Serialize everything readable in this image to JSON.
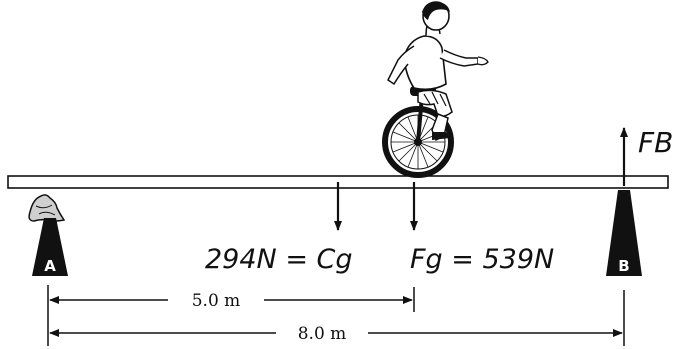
{
  "supports": {
    "left_label": "A",
    "right_label": "B"
  },
  "forces": {
    "cg_label": "294N = Cg",
    "fg_label": "Fg = 539N",
    "fb_label": "FB"
  },
  "dimensions": {
    "short_label": "5.0 m",
    "long_label": "8.0 m"
  },
  "colors": {
    "ink": "#111111",
    "plank_fill": "#ffffff",
    "support_fill": "#111111"
  }
}
